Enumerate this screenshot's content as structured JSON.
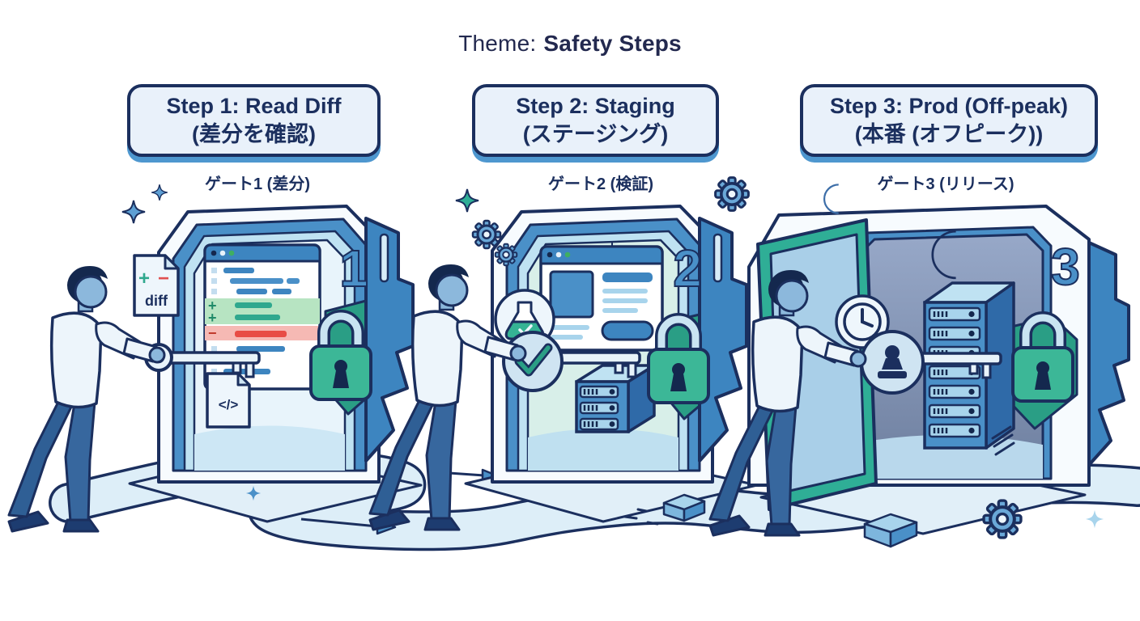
{
  "title": {
    "prefix": "Theme:",
    "emphasis": "Safety Steps"
  },
  "steps": [
    {
      "number": "1",
      "banner_line1": "Step 1: Read Diff",
      "banner_line2": "(差分を確認)",
      "gate_label": "ゲート1 (差分)"
    },
    {
      "number": "2",
      "banner_line1": "Step 2: Staging",
      "banner_line2": "(ステージング)",
      "gate_label": "ゲート2 (検証)"
    },
    {
      "number": "3",
      "banner_line1": "Step 3: Prod (Off-peak)",
      "banner_line2": "(本番 (オフピーク))",
      "gate_label": "ゲート3 (リリース)"
    }
  ],
  "glyphs": {
    "plus": "+",
    "minus": "−",
    "diff_file_label": "diff",
    "code_file_label": "</>"
  },
  "icons": {
    "sparkle": "✦",
    "gear": "⚙",
    "moon": "☾",
    "padlock": "🔒",
    "key": "🔑",
    "flask": "⚗",
    "check": "✓",
    "clock": "🕐",
    "stamp_seal": "印",
    "server_rack": "🖥",
    "diff_file": "±",
    "code_file": "</>",
    "person": "🚶",
    "arrow": "➤"
  },
  "colors": {
    "outline_navy": "#1b2f5e",
    "banner_fill": "#e9f1fa",
    "banner_shadow": "#4e97cf",
    "accent_blue": "#4a90c8",
    "mid_blue": "#3d85c0",
    "light_blue": "#bfe2f2",
    "pale_blue": "#e8f4fb",
    "teal_green": "#35b394",
    "teal_dark": "#2a9e85",
    "diff_add_bg": "#b7e4c2",
    "diff_add_bar": "#2fa88e",
    "diff_del_bg": "#f6b9b4",
    "diff_del_bar": "#e84c45",
    "path_fill": "#ddeef8",
    "night_sky_top": "#97a8c8",
    "night_sky_bottom": "#6e7f9f",
    "skin": "#8cb8dc",
    "shirt": "#edf5fb",
    "pants": "#37679e",
    "shoes": "#1d3c70"
  }
}
